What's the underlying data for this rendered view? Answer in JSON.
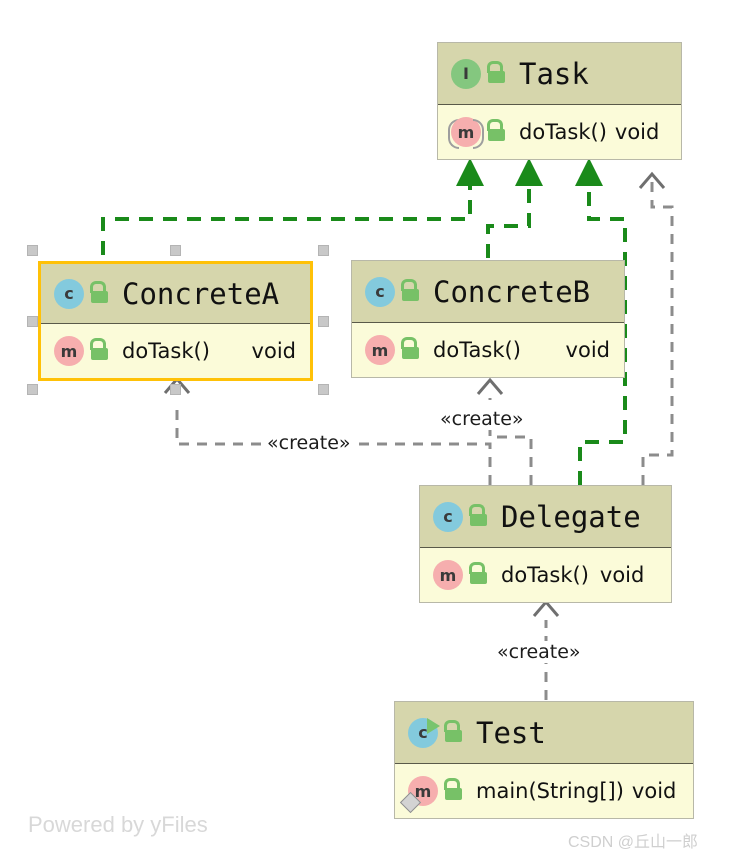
{
  "diagram": {
    "type": "uml-class-diagram",
    "tool": "yFiles",
    "background": "#ffffff",
    "colors": {
      "header_fill": "#d6d6ac",
      "section_fill": "#fbfbd9",
      "node_border": "#b8b8a8",
      "selection_border": "#ffc107",
      "realization_edge": "#1a8a1a",
      "dependency_edge": "#8c8c8c",
      "interface_icon": "#84c77f",
      "class_icon": "#83cadd",
      "method_icon": "#f6aeae",
      "lock_icon": "#77c167"
    },
    "nodes": [
      {
        "id": "task",
        "name": "Task",
        "stereotype": "interface",
        "icon": "interface-icon",
        "icon_letter": "I",
        "visibility_icon": "unlock-icon",
        "selected": false,
        "members": [
          {
            "name": "doTask()",
            "type": "void",
            "icon": "method-icon",
            "icon_letter": "m",
            "abstract": true,
            "static": false,
            "visibility_icon": "unlock-icon",
            "layout": "inline"
          }
        ]
      },
      {
        "id": "concretea",
        "name": "ConcreteA",
        "stereotype": "class",
        "icon": "class-icon",
        "icon_letter": "c",
        "visibility_icon": "unlock-icon",
        "selected": true,
        "members": [
          {
            "name": "doTask()",
            "type": "void",
            "icon": "method-icon",
            "icon_letter": "m",
            "abstract": false,
            "static": false,
            "visibility_icon": "unlock-icon",
            "layout": "spread"
          }
        ]
      },
      {
        "id": "concreteb",
        "name": "ConcreteB",
        "stereotype": "class",
        "icon": "class-icon",
        "icon_letter": "c",
        "visibility_icon": "unlock-icon",
        "selected": false,
        "members": [
          {
            "name": "doTask()",
            "type": "void",
            "icon": "method-icon",
            "icon_letter": "m",
            "abstract": false,
            "static": false,
            "visibility_icon": "unlock-icon",
            "layout": "spread"
          }
        ]
      },
      {
        "id": "delegate",
        "name": "Delegate",
        "stereotype": "class",
        "icon": "class-icon",
        "icon_letter": "c",
        "visibility_icon": "unlock-icon",
        "selected": false,
        "members": [
          {
            "name": "doTask()",
            "type": "void",
            "icon": "method-icon",
            "icon_letter": "m",
            "abstract": false,
            "static": false,
            "visibility_icon": "unlock-icon",
            "layout": "inline"
          }
        ]
      },
      {
        "id": "test",
        "name": "Test",
        "stereotype": "class",
        "icon": "class-icon",
        "icon_letter": "c",
        "runnable": true,
        "visibility_icon": "unlock-icon",
        "selected": false,
        "members": [
          {
            "name": "main(String[])",
            "type": "void",
            "icon": "method-icon",
            "icon_letter": "m",
            "abstract": false,
            "static": true,
            "visibility_icon": "unlock-icon",
            "layout": "inline"
          }
        ]
      }
    ],
    "edges": [
      {
        "id": "e1",
        "from": "concretea",
        "to": "task",
        "kind": "realization",
        "label": ""
      },
      {
        "id": "e2",
        "from": "concreteb",
        "to": "task",
        "kind": "realization",
        "label": ""
      },
      {
        "id": "e3",
        "from": "delegate",
        "to": "task",
        "kind": "realization",
        "label": ""
      },
      {
        "id": "e4",
        "from": "delegate",
        "to": "task",
        "kind": "dependency",
        "label": ""
      },
      {
        "id": "e5",
        "from": "delegate",
        "to": "concretea",
        "kind": "dependency",
        "label": "«create»"
      },
      {
        "id": "e6",
        "from": "delegate",
        "to": "concreteb",
        "kind": "dependency",
        "label": "«create»"
      },
      {
        "id": "e7",
        "from": "test",
        "to": "delegate",
        "kind": "dependency",
        "label": "«create»"
      }
    ],
    "labels": {
      "create_1": "«create»",
      "create_2": "«create»",
      "create_3": "«create»"
    },
    "watermarks": {
      "yfiles": "Powered by yFiles",
      "csdn": "CSDN @丘山一郎"
    }
  }
}
